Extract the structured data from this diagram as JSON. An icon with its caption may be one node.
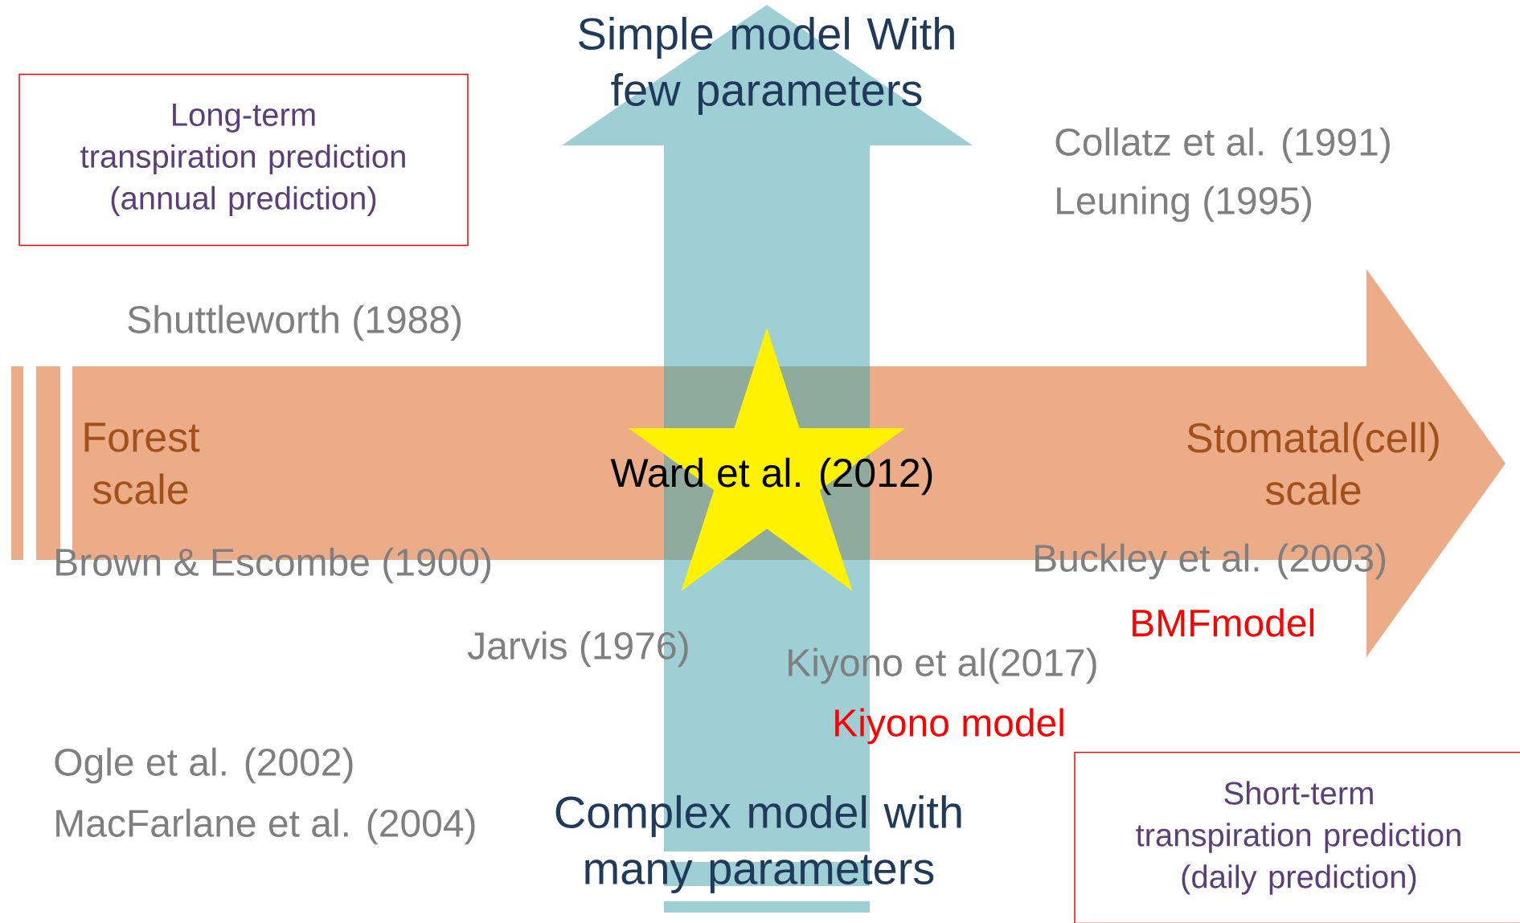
{
  "diagram": {
    "nodes": [
      {
        "text": [
          "Long-term transpiration prediction (annual prediction)"
        ]
      },
      {
        "text": [
          "Ward et al. (2012)"
        ]
      },
      {
        "text": [
          "Short-term transpiration prediction (daily prediction)"
        ]
      }
    ],
    "labels": [
      "Simple model With few parameters",
      "Collatz et al. (1991)",
      "Leuning (1995)",
      "Shuttleworth (1988)",
      "Forest scale",
      "Stomatal(cell) scale",
      "Brown & Escombe (1900)",
      "Buckley et al. (2003)",
      "BMFmodel",
      "Jarvis (1976)",
      "Kiyono et al(2017)",
      "Kiyono model",
      "Ogle et al. (2002)",
      "MacFarlane et al. (2004)",
      "Complex model with many parameters"
    ]
  }
}
